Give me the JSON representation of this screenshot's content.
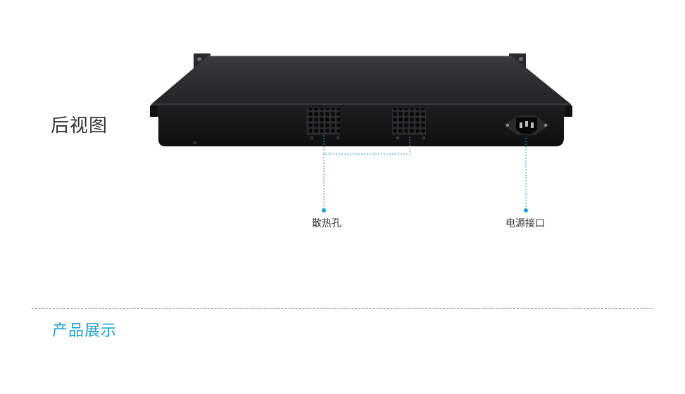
{
  "view": {
    "title": "后视图"
  },
  "callouts": {
    "vents_label": "散热孔",
    "power_label": "电源接口"
  },
  "section": {
    "title": "产品展示"
  },
  "colors": {
    "accent": "#1aa0db",
    "chassis": "#1b1b1d",
    "text": "#333333"
  }
}
